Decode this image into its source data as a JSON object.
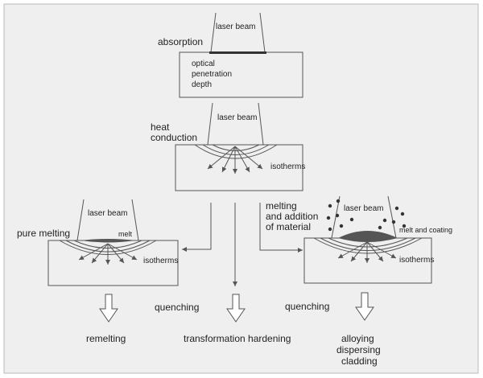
{
  "colors": {
    "page_border": "#b8b8b8",
    "panel_background": "#efefef",
    "line": "#555555",
    "text": "#222222",
    "melt_fill": "#555555",
    "absorption_layer": "#333333"
  },
  "stages": {
    "absorption": {
      "title": "absorption",
      "beam_label": "laser beam",
      "depth_label_lines": [
        "optical",
        "penetration",
        "depth"
      ]
    },
    "heat_conduction": {
      "title_lines": [
        "heat",
        "conduction"
      ],
      "beam_label": "laser beam",
      "isotherms_label": "isotherms"
    },
    "pure_melting": {
      "title": "pure melting",
      "beam_label": "laser beam",
      "melt_label": "melt",
      "isotherms_label": "isotherms"
    },
    "melting_addition": {
      "title_lines": [
        "melting",
        "and addition",
        "of material"
      ],
      "beam_label": "laser beam",
      "melt_label": "melt and coating",
      "isotherms_label": "isotherms"
    }
  },
  "process_labels": {
    "quenching_left": "quenching",
    "quenching_right": "quenching"
  },
  "outcomes": {
    "remelting": "remelting",
    "transformation_hardening": "transformation hardening",
    "alloying_lines": [
      "alloying",
      "dispersing",
      "cladding"
    ]
  }
}
